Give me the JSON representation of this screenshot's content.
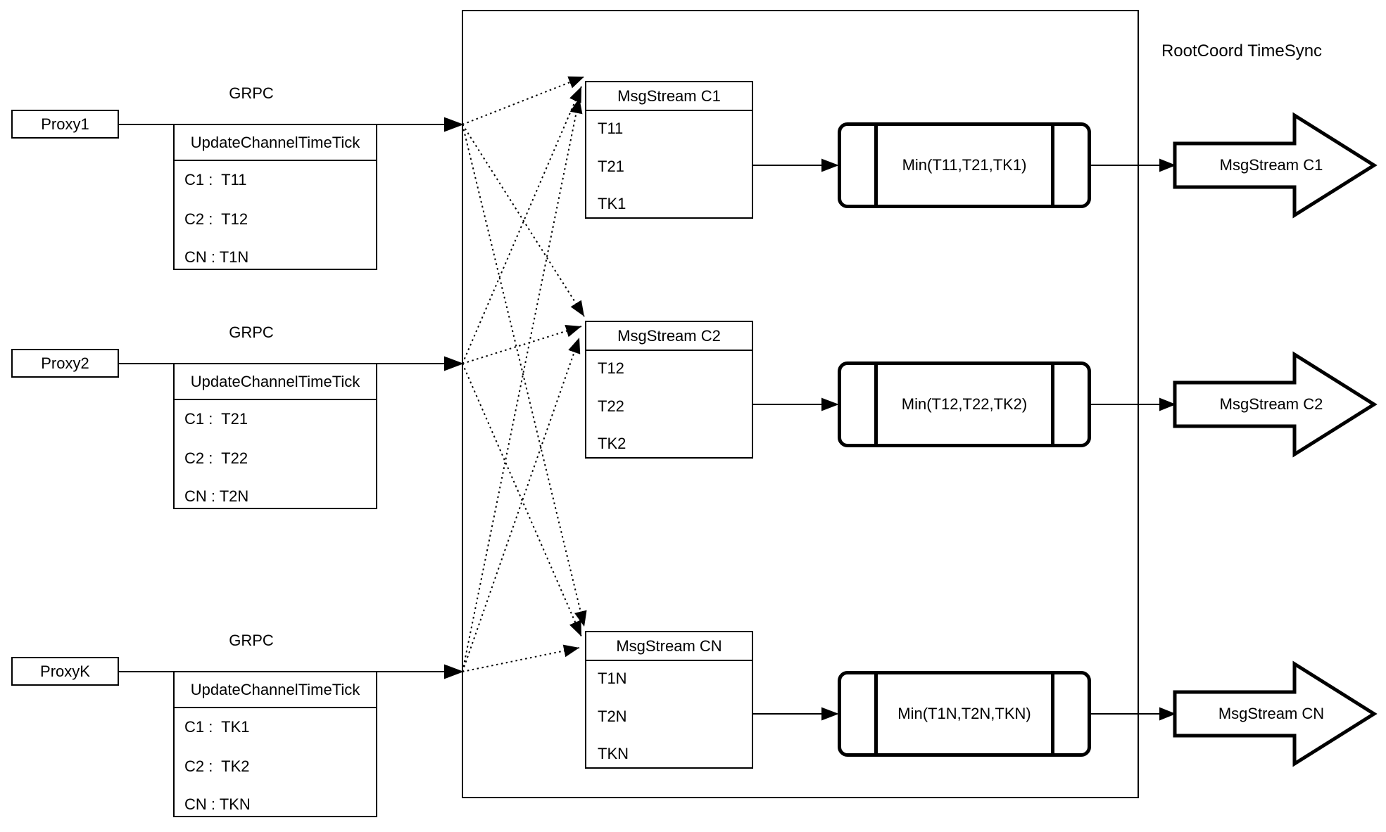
{
  "container": {
    "title": "RootCoord TimeSync"
  },
  "proxies": [
    {
      "label": "Proxy1",
      "grpc": "GRPC",
      "table": {
        "header": "UpdateChannelTimeTick",
        "rows": [
          "C1 :  T11",
          "C2 :  T12",
          "CN : T1N"
        ]
      }
    },
    {
      "label": "Proxy2",
      "grpc": "GRPC",
      "table": {
        "header": "UpdateChannelTimeTick",
        "rows": [
          "C1 :  T21",
          "C2 :  T22",
          "CN : T2N"
        ]
      }
    },
    {
      "label": "ProxyK",
      "grpc": "GRPC",
      "table": {
        "header": "UpdateChannelTimeTick",
        "rows": [
          "C1 :  TK1",
          "C2 :  TK2",
          "CN : TKN"
        ]
      }
    }
  ],
  "streams": [
    {
      "header": "MsgStream C1",
      "ticks": [
        "T11",
        "T21",
        "TK1"
      ],
      "min": "Min(T11,T21,TK1)",
      "output": "MsgStream C1"
    },
    {
      "header": "MsgStream C2",
      "ticks": [
        "T12",
        "T22",
        "TK2"
      ],
      "min": "Min(T12,T22,TK2)",
      "output": "MsgStream C2"
    },
    {
      "header": "MsgStream CN",
      "ticks": [
        "T1N",
        "T2N",
        "TKN"
      ],
      "min": "Min(T1N,T2N,TKN)",
      "output": "MsgStream CN"
    }
  ],
  "colors": {
    "line": "#000000",
    "background": "#ffffff"
  }
}
